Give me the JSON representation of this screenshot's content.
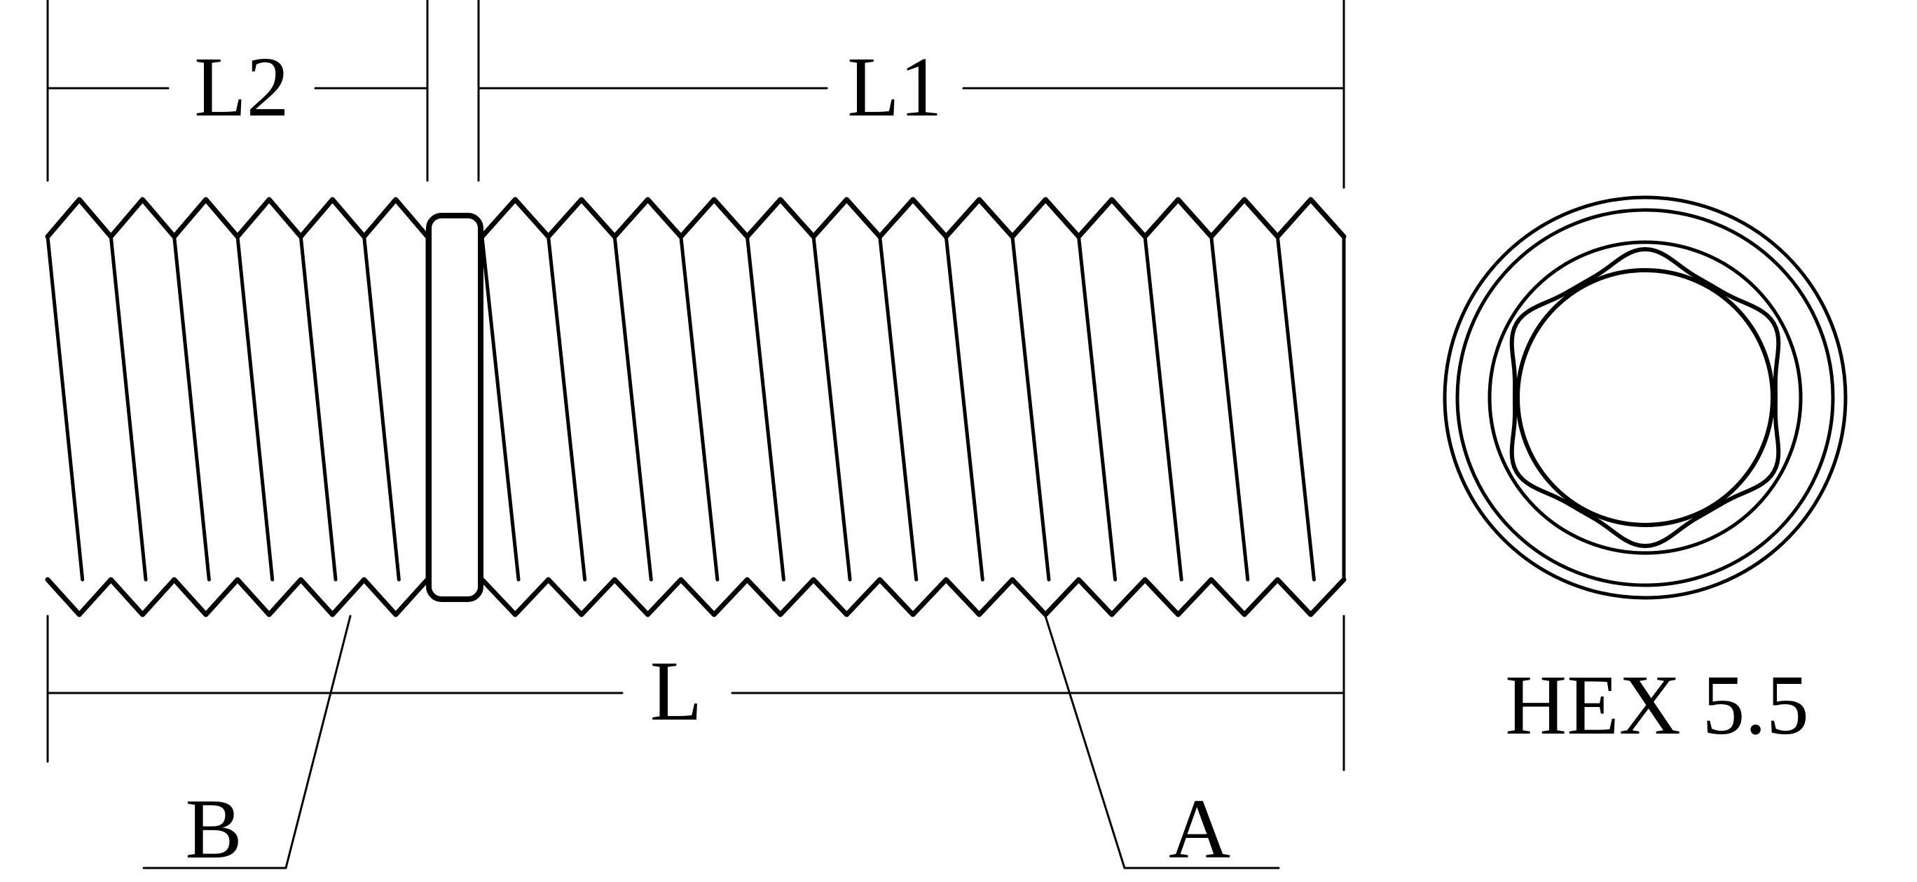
{
  "labels": {
    "l2": "L2",
    "l1": "L1",
    "l": "L",
    "a": "A",
    "b": "B",
    "hex": "HEX 5.5"
  },
  "colors": {
    "ink": "#000000",
    "paper": "#ffffff"
  }
}
